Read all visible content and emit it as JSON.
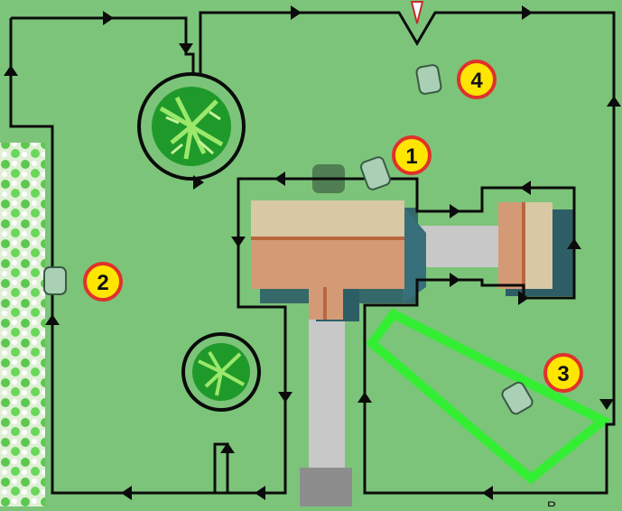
{
  "markers": [
    {
      "id": "1",
      "label": "1"
    },
    {
      "id": "2",
      "label": "2"
    },
    {
      "id": "3",
      "label": "3"
    },
    {
      "id": "4",
      "label": "4"
    }
  ],
  "footer_text": "R",
  "colors": {
    "lawn": "#7cc47a",
    "wire": "#0b0b0b",
    "boundary_green": "#33ee33",
    "house_roof": "#d49a76",
    "house_roof_light": "#d8c8a4",
    "house_shadow": "#2d5e66",
    "path": "#c9c9c9",
    "marker_fill": "#ffe600",
    "marker_ring": "#e0312a",
    "tree_dark": "#1f9a2a",
    "tree_light": "#9be86b",
    "hedge": "#e6f5df"
  },
  "icons": [
    "mower-icon",
    "charging-station-icon",
    "tree-icon",
    "hedge-icon",
    "arrow-icon",
    "house-icon"
  ]
}
